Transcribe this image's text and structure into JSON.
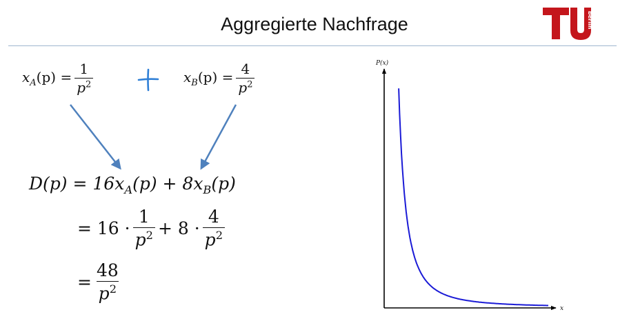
{
  "header": {
    "title": "Aggregierte Nachfrage",
    "logo_text": "berlin"
  },
  "eq_a": {
    "lhs": "x",
    "sub": "A",
    "arg": "(p) =",
    "num": "1",
    "den_base": "p",
    "den_exp": "2"
  },
  "operator": {
    "symbol": "+"
  },
  "eq_b": {
    "lhs": "x",
    "sub": "B",
    "arg": "(p) =",
    "num": "4",
    "den_base": "p",
    "den_exp": "2"
  },
  "aggregate": {
    "line1": {
      "lhs": "D(p) = 16x",
      "s1": "A",
      "mid": "(p) + 8x",
      "s2": "B",
      "end": "(p)"
    },
    "line2": {
      "eq": "= 16 ·",
      "f1_num": "1",
      "plus": "+ 8 ·",
      "f2_num": "4",
      "den_base": "p",
      "den_exp": "2"
    },
    "line3": {
      "eq": "=",
      "num": "48",
      "den_base": "p",
      "den_exp": "2"
    }
  },
  "chart_data": {
    "type": "line",
    "title": "",
    "xlabel": "x",
    "ylabel": "P(x)",
    "series": [
      {
        "function": "P(x) = 48/x^2",
        "color": "#1a1ad6"
      }
    ],
    "x_range": [
      0.62,
      7.0
    ],
    "y_range": [
      0,
      136
    ],
    "ticks": false,
    "grid": false,
    "axis_color": "#000000"
  },
  "colors": {
    "arrow": "#4f81bd",
    "plus": "#2f7fd6",
    "curve": "#1a1ad6",
    "rule": "#9fb6cf",
    "logo": "#c4161c"
  }
}
